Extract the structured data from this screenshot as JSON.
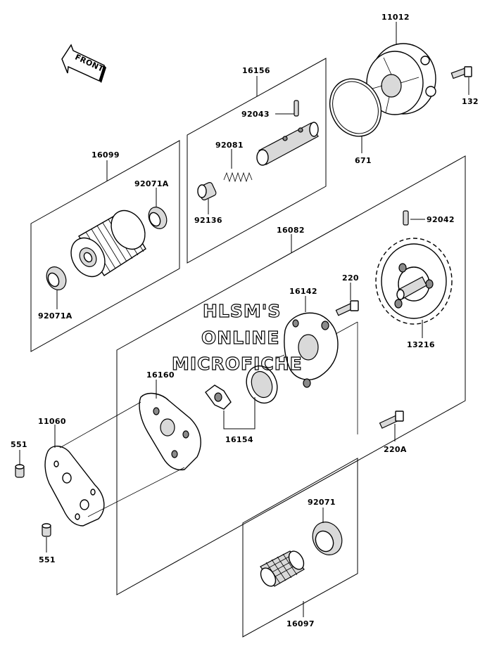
{
  "watermark": {
    "line1": "HLSM'S",
    "line2": "ONLINE",
    "line3": "MICROFICHE"
  },
  "front_arrow_label": "FRONT",
  "parts": {
    "p11012": "11012",
    "p132": "132",
    "p16156": "16156",
    "p92043": "92043",
    "p92081": "92081",
    "p92136": "92136",
    "p671": "671",
    "p16099": "16099",
    "p92071A_top": "92071A",
    "p92071A_bottom": "92071A",
    "p16082": "16082",
    "p92042": "92042",
    "p220": "220",
    "p16142": "16142",
    "p13216": "13216",
    "p16160": "16160",
    "p11060": "11060",
    "p551_top": "551",
    "p551_bottom": "551",
    "p16154": "16154",
    "p220A": "220A",
    "p92071": "92071",
    "p16097": "16097"
  }
}
